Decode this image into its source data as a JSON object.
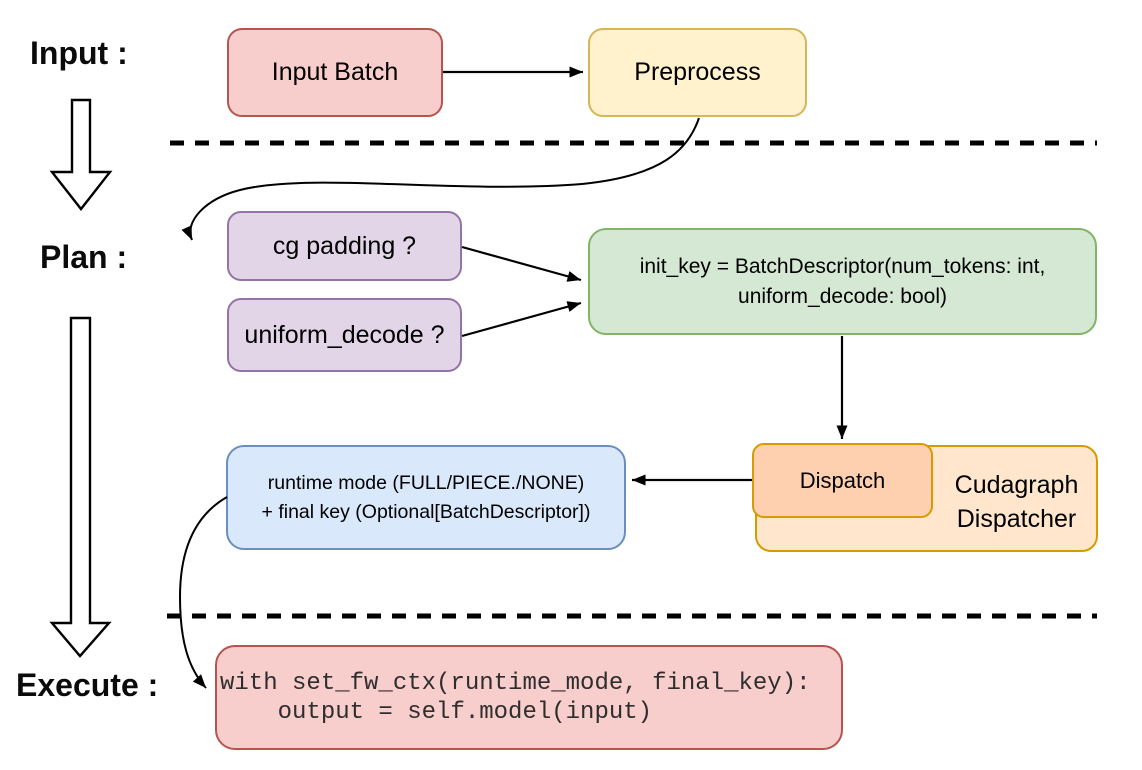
{
  "stages": {
    "input": "Input :",
    "plan": "Plan :",
    "execute": "Execute :"
  },
  "nodes": {
    "input_batch": {
      "label": "Input Batch",
      "fill": "#f8cecc",
      "stroke": "#b85450"
    },
    "preprocess": {
      "label": "Preprocess",
      "fill": "#fff2cc",
      "stroke": "#d6b656"
    },
    "cg_padding": {
      "label": "cg padding ?",
      "fill": "#e1d5e7",
      "stroke": "#9673a6"
    },
    "uniform_decode": {
      "label": "uniform_decode ?",
      "fill": "#e1d5e7",
      "stroke": "#9673a6"
    },
    "init_key": {
      "line1": "init_key = BatchDescriptor(num_tokens: int,",
      "line2": "uniform_decode: bool)",
      "fill": "#d5e8d4",
      "stroke": "#82b366"
    },
    "dispatch": {
      "label": "Dispatch",
      "fill": "#ffd0b0",
      "stroke": "#d79b00"
    },
    "cudagraph_dispatcher": {
      "line1": "Cudagraph",
      "line2": "Dispatcher",
      "fill": "#ffe6cc",
      "stroke": "#d79b00"
    },
    "runtime_mode": {
      "line1": "runtime mode (FULL/PIECE./NONE)",
      "line2": "+ final key (Optional[BatchDescriptor])",
      "fill": "#dae8fc",
      "stroke": "#6c8ebf"
    },
    "execute_code": {
      "line1": "with set_fw_ctx(runtime_mode, final_key):",
      "line2": "    output = self.model(input)",
      "fill": "#f8cecc",
      "stroke": "#b85450"
    }
  },
  "connector_color": "#000000"
}
